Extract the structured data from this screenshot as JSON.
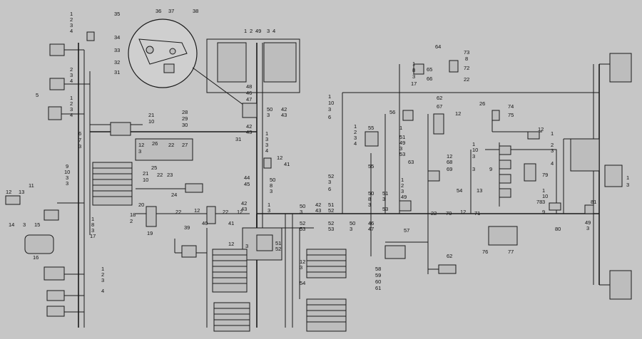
{
  "callouts": {
    "c1": "1",
    "c2": "2",
    "c3": "3",
    "c4": "4",
    "c5": "5",
    "c6": "6",
    "c7": "7",
    "c8": "8",
    "c9": "9",
    "c10": "10",
    "c11": "11",
    "c12": "12",
    "c13": "13",
    "c14": "14",
    "c15": "15",
    "c16": "16",
    "c17": "17",
    "c18": "18",
    "c19": "19",
    "c20": "20",
    "c21": "21",
    "c22": "22",
    "c23": "23",
    "c24": "24",
    "c25": "25",
    "c26": "26",
    "c27": "27",
    "c28": "28",
    "c29": "29",
    "c30": "30",
    "c31": "31",
    "c32": "32",
    "c33": "33",
    "c34": "34",
    "c35": "35",
    "c36": "36",
    "c37": "37",
    "c38": "38",
    "c39": "39",
    "c40": "40",
    "c41": "41",
    "c42": "42",
    "c43": "43",
    "c44": "44",
    "c45": "45",
    "c46": "46",
    "c47": "47",
    "c48": "48",
    "c49": "49",
    "c50": "50",
    "c51": "51",
    "c52": "52",
    "c53": "53",
    "c54": "54",
    "c55": "55",
    "c56": "56",
    "c57": "57",
    "c58": "58",
    "c59": "59",
    "c60": "60",
    "c61": "61",
    "c62": "62",
    "c63": "63",
    "c64": "64",
    "c65": "65",
    "c66": "66",
    "c67": "67",
    "c68": "68",
    "c69": "69",
    "c70": "70",
    "c71": "71",
    "c72": "72",
    "c73": "73",
    "c74": "74",
    "c75": "75",
    "c76": "76",
    "c77": "77",
    "c78": "78",
    "c79": "79",
    "c80": "80",
    "c81": "81"
  }
}
